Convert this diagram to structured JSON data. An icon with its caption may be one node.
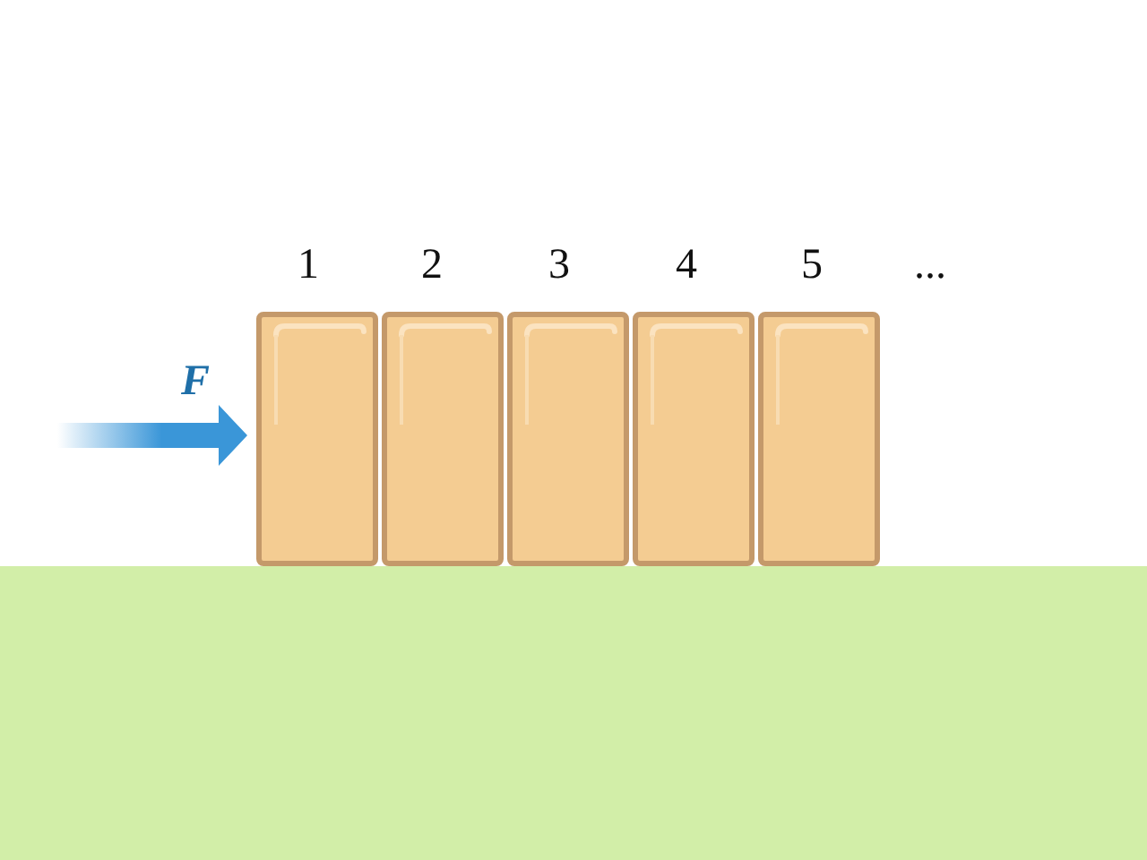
{
  "diagram": {
    "nodes": [
      {
        "text": [],
        "shape": "box"
      },
      {
        "text": [],
        "shape": "box"
      },
      {
        "text": [],
        "shape": "box"
      },
      {
        "text": [],
        "shape": "box"
      },
      {
        "text": [],
        "shape": "box"
      }
    ],
    "labels": [
      "1",
      "2",
      "3",
      "4",
      "5",
      "...",
      "F"
    ]
  }
}
